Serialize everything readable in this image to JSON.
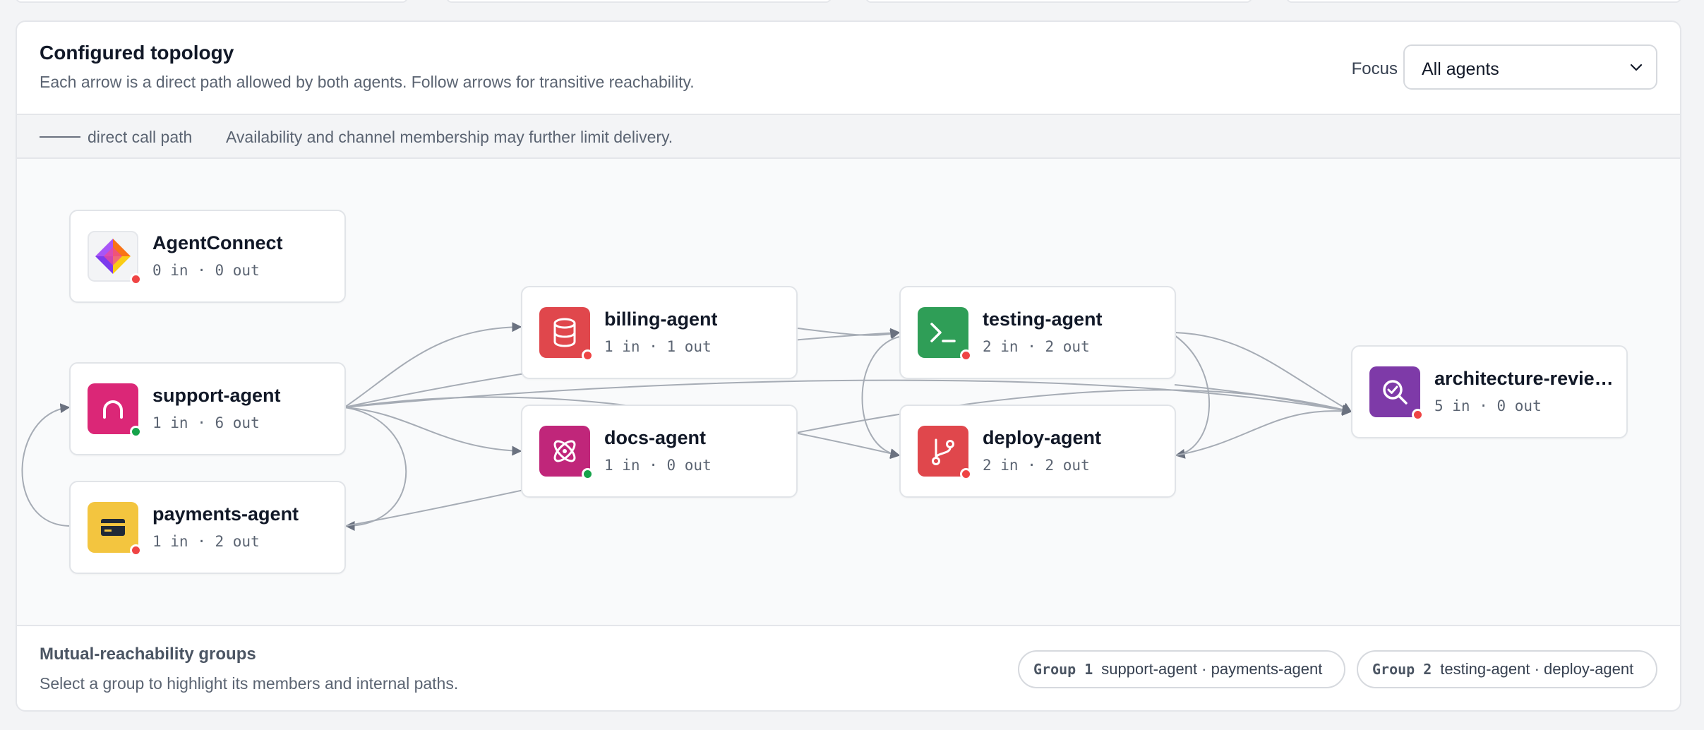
{
  "panel": {
    "title": "Configured topology",
    "subtitle": "Each arrow is a direct path allowed by both agents. Follow arrows for transitive reachability.",
    "focus_label": "Focus",
    "focus_value": "All agents"
  },
  "legend": {
    "line_label": "direct call path",
    "note": "Availability and channel membership may further limit delivery."
  },
  "nodes": {
    "agentconnect": {
      "name": "AgentConnect",
      "counts": "0 in · 0 out",
      "status": "offline",
      "icon": "agentconnect-logo-icon"
    },
    "support": {
      "name": "support-agent",
      "counts": "1 in · 6 out",
      "status": "online",
      "icon": "headset-icon"
    },
    "payments": {
      "name": "payments-agent",
      "counts": "1 in · 2 out",
      "status": "offline",
      "icon": "credit-card-icon"
    },
    "billing": {
      "name": "billing-agent",
      "counts": "1 in · 1 out",
      "status": "offline",
      "icon": "database-icon"
    },
    "docs": {
      "name": "docs-agent",
      "counts": "1 in · 0 out",
      "status": "online",
      "icon": "atom-icon"
    },
    "testing": {
      "name": "testing-agent",
      "counts": "2 in · 2 out",
      "status": "offline",
      "icon": "terminal-icon"
    },
    "deploy": {
      "name": "deploy-agent",
      "counts": "2 in · 2 out",
      "status": "offline",
      "icon": "git-branch-icon"
    },
    "architecture": {
      "name": "architecture-review-agent",
      "counts": "5 in · 0 out",
      "status": "offline",
      "icon": "search-check-icon"
    }
  },
  "footer": {
    "title": "Mutual-reachability groups",
    "subtitle": "Select a group to highlight its members and internal paths.",
    "groups": [
      {
        "label": "Group 1",
        "members": "support-agent · payments-agent"
      },
      {
        "label": "Group 2",
        "members": "testing-agent · deploy-agent"
      }
    ]
  },
  "colors": {
    "online": "#16a34a",
    "offline": "#ef4444",
    "edge": "#9aa1ab",
    "arrow": "#6b7280"
  }
}
